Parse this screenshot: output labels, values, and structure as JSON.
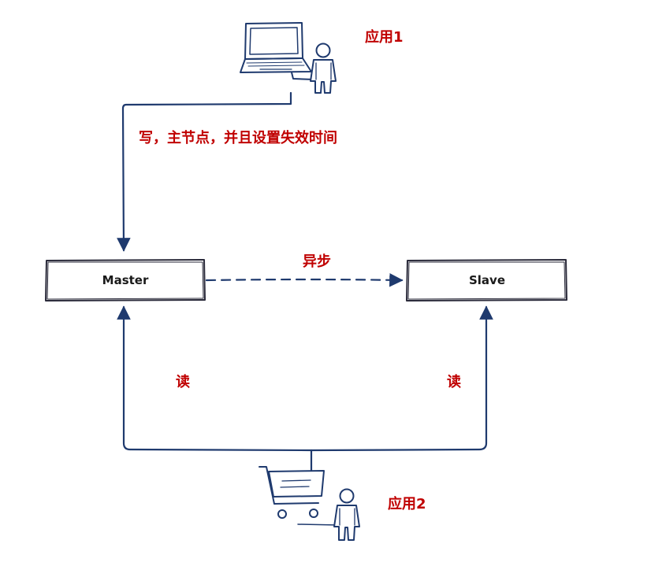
{
  "colors": {
    "line": "#1f3a6e",
    "label": "#c00000",
    "box_stroke": "#2a2a3a",
    "box_fill": "#ffffff"
  },
  "nodes": {
    "master": {
      "label": "Master"
    },
    "slave": {
      "label": "Slave"
    }
  },
  "apps": {
    "app1": {
      "label": "应用1",
      "icon": "laptop-user-icon"
    },
    "app2": {
      "label": "应用2",
      "icon": "shopping-cart-user-icon"
    }
  },
  "edges": {
    "write": {
      "label": "写，主节点，并且设置失效时间"
    },
    "async": {
      "label": "异步"
    },
    "read_master": {
      "label": "读"
    },
    "read_slave": {
      "label": "读"
    }
  }
}
